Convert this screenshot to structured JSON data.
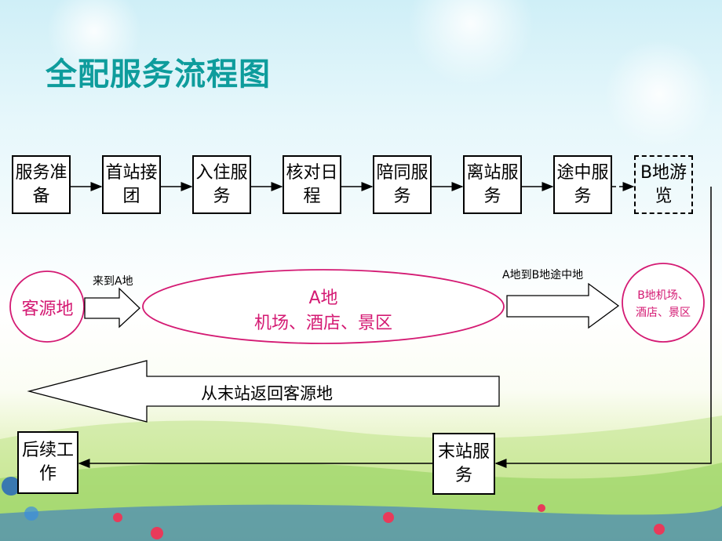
{
  "title": "全配服务流程图",
  "steps": [
    {
      "label": "服务准备"
    },
    {
      "label": "首站接团"
    },
    {
      "label": "入住服务"
    },
    {
      "label": "核对日程"
    },
    {
      "label": "陪同服务"
    },
    {
      "label": "离站服务"
    },
    {
      "label": "途中服务"
    },
    {
      "label": "B地游览"
    }
  ],
  "journey": {
    "origin": "客源地",
    "to_a_label": "来到A地",
    "a_title": "A地",
    "a_places": "机场、酒店、景区",
    "a_to_b_label": "A地到B地途中地",
    "b_places_line1": "B地机场、",
    "b_places_line2": "酒店、景区",
    "return_label": "从末站返回客源地"
  },
  "end_steps": {
    "last_station": "末站服务",
    "follow_up": "后续工作"
  },
  "colors": {
    "title": "#0e9c9c",
    "accent": "#d41a73"
  }
}
